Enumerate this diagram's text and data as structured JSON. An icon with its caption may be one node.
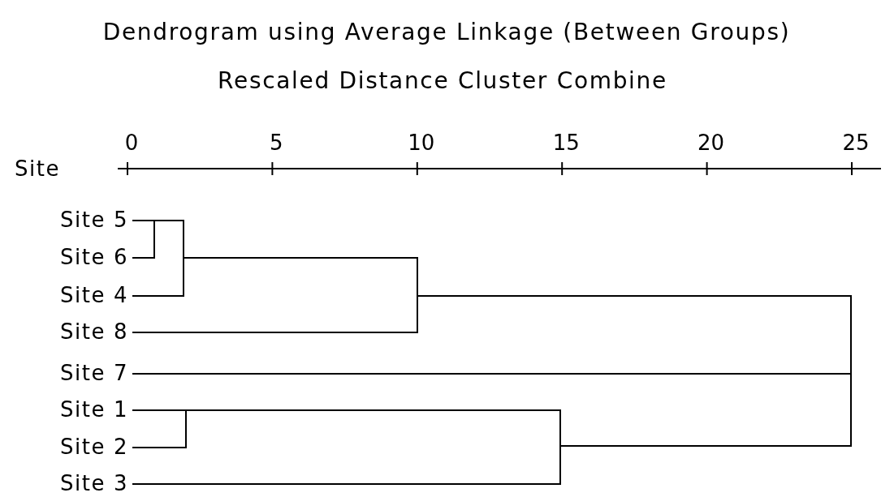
{
  "diagram": {
    "title": "Dendrogram using Average Linkage (Between Groups)",
    "nodes": [
      {
        "text": [
          "Site 5"
        ]
      },
      {
        "text": [
          "Site 6"
        ]
      },
      {
        "text": [
          "Site 4"
        ]
      },
      {
        "text": [
          "Site 8"
        ]
      },
      {
        "text": [
          "Site 7"
        ]
      },
      {
        "text": [
          "Site 1"
        ]
      },
      {
        "text": [
          "Site 2"
        ]
      },
      {
        "text": [
          "Site 3"
        ]
      },
      {
        "text": [],
        "shape": "bar"
      },
      {
        "text": [],
        "shape": "bar"
      },
      {
        "text": [],
        "shape": "bar"
      },
      {
        "text": [],
        "shape": "bar"
      },
      {
        "text": [],
        "shape": "bar"
      },
      {
        "text": [],
        "shape": "bar"
      }
    ],
    "edges": [
      {
        "from": 0,
        "to": 8,
        "arrow": "none"
      },
      {
        "from": 1,
        "to": 8,
        "arrow": "none"
      },
      {
        "from": 8,
        "to": 9,
        "arrow": "none"
      },
      {
        "from": 2,
        "to": 9,
        "arrow": "none"
      },
      {
        "from": 9,
        "to": 10,
        "arrow": "none"
      },
      {
        "from": 3,
        "to": 10,
        "arrow": "none"
      },
      {
        "from": 10,
        "to": 13,
        "arrow": "none"
      },
      {
        "from": 4,
        "to": 13,
        "arrow": "none"
      },
      {
        "from": 5,
        "to": 11,
        "arrow": "none"
      },
      {
        "from": 6,
        "to": 11,
        "arrow": "none"
      },
      {
        "from": 11,
        "to": 12,
        "arrow": "none"
      },
      {
        "from": 7,
        "to": 12,
        "arrow": "none"
      },
      {
        "from": 12,
        "to": 13,
        "arrow": "none"
      }
    ],
    "labels": [
      "Rescaled Distance Cluster Combine",
      "Site",
      "0",
      "5",
      "10",
      "15",
      "20",
      "25"
    ]
  }
}
